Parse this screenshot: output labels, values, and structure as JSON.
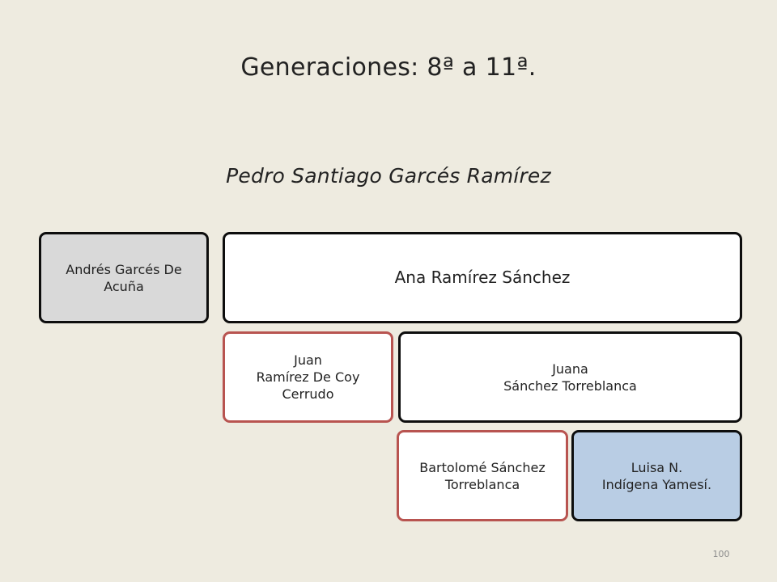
{
  "title": "Generaciones: 8ª a 11ª.",
  "subject": "Pedro Santiago Garcés Ramírez",
  "boxes": {
    "andres": "Andrés Garcés De\nAcuña",
    "ana": "Ana Ramírez Sánchez",
    "juan": "Juan\nRamírez De Coy\nCerrudo",
    "juana": "Juana\nSánchez Torreblanca",
    "bartolome": "Bartolomé Sánchez\nTorreblanca",
    "luisa": "Luisa N.\nIndígena Yamesí."
  },
  "colors": {
    "background": "#eeebe0",
    "black_border": "#0d0d0d",
    "red_border": "#b85450",
    "gray_fill": "#d9d9d9",
    "blue_fill": "#b9cde4"
  },
  "page_number": "100"
}
